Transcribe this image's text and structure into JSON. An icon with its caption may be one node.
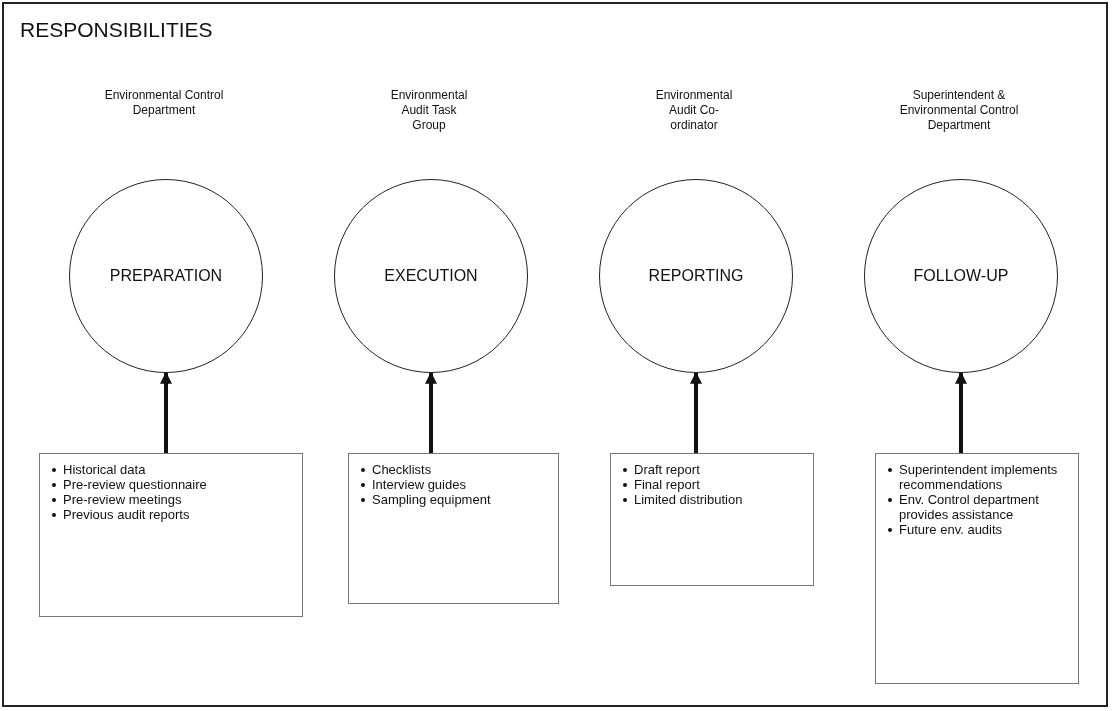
{
  "diagram": {
    "title": "RESPONSIBILITIES",
    "nodes": [
      {
        "text": [
          "PREPARATION"
        ]
      },
      {
        "text": [
          "Historical data",
          "Pre-review questionnaire",
          "Pre-review meetings",
          "Previous audit reports"
        ]
      },
      {
        "text": [
          "EXECUTION"
        ]
      },
      {
        "text": [
          "Checklists",
          "Interview guides",
          "Sampling equipment"
        ]
      },
      {
        "text": [
          "REPORTING"
        ]
      },
      {
        "text": [
          "Draft report",
          "Final report",
          "Limited distribution"
        ]
      },
      {
        "text": [
          "FOLLOW-UP"
        ]
      },
      {
        "text": [
          "Superintendent implements recommendations",
          "Env. Control department provides assistance",
          "Future env. audits"
        ]
      }
    ],
    "edges": [
      {
        "from": 1,
        "to": 0,
        "arrow": "to"
      },
      {
        "from": 3,
        "to": 2,
        "arrow": "to"
      },
      {
        "from": 5,
        "to": 4,
        "arrow": "to"
      },
      {
        "from": 7,
        "to": 6,
        "arrow": "to"
      }
    ],
    "labels": [
      "Environmental Control Department",
      "Environmental Audit Task Group",
      "Environmental Audit Co-ordinator",
      "Superintendent & Environmental Control Department"
    ]
  }
}
